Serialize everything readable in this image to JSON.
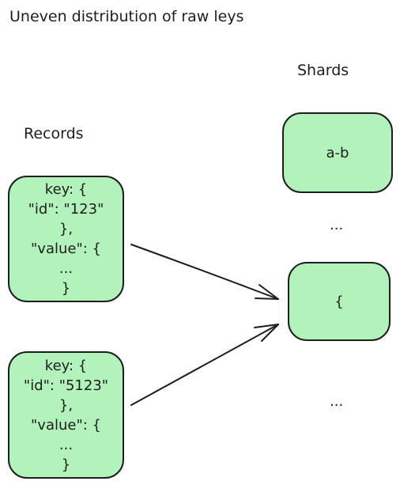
{
  "title": "Uneven distribution of raw leys",
  "shards_heading": "Shards",
  "records_heading": "Records",
  "records": [
    {
      "lines": [
        "key: {",
        "\"id\": \"123\"",
        "},",
        "\"value\": {",
        "...",
        "}"
      ]
    },
    {
      "lines": [
        "key: {",
        "\"id\": \"5123\"",
        "},",
        "\"value\": {",
        "...",
        "}"
      ]
    }
  ],
  "shards": [
    {
      "label": "a-b"
    },
    {
      "label": "{"
    }
  ],
  "ellipses": [
    "...",
    "..."
  ],
  "colors": {
    "box_fill": "#b2f2bb",
    "stroke": "#1e1e1e"
  }
}
